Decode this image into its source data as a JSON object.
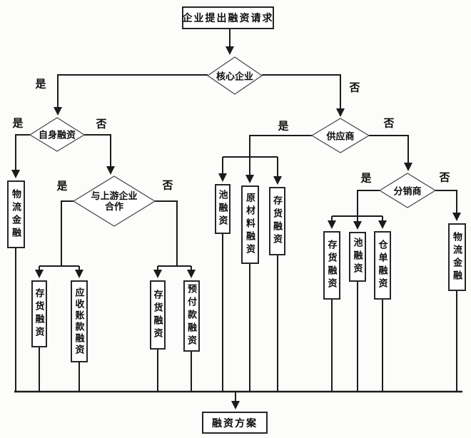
{
  "diagram": {
    "start_label": "企业提出融资请求",
    "end_label": "融资方案",
    "yes_label": "是",
    "no_label": "否",
    "decisions": {
      "core": "核心企业",
      "self_financing": "自身融资",
      "upstream_line1": "与上游企业",
      "upstream_line2": "合作",
      "supplier": "供应商",
      "distributor": "分销商"
    },
    "outcomes": [
      "物流金融",
      "存货融资",
      "应收账款融资",
      "存货融资",
      "预付款融资",
      "池融资",
      "原材料融资",
      "存货融资",
      "存货融资",
      "池融资",
      "仓单融资",
      "物流金融"
    ]
  }
}
